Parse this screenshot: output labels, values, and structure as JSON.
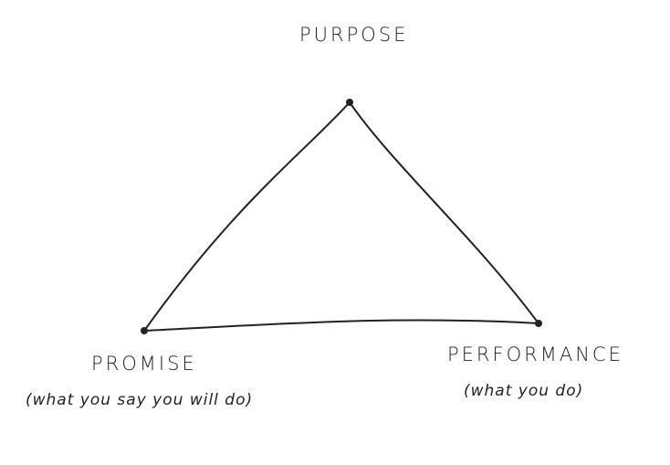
{
  "vertices": {
    "top": {
      "label": "PURPOSE"
    },
    "left": {
      "label": "PROMISE",
      "sublabel": "(what you say you will do)"
    },
    "right": {
      "label": "PERFORMANCE",
      "sublabel": "(what you do)"
    }
  },
  "colors": {
    "ink": "#222222",
    "background": "#ffffff"
  }
}
